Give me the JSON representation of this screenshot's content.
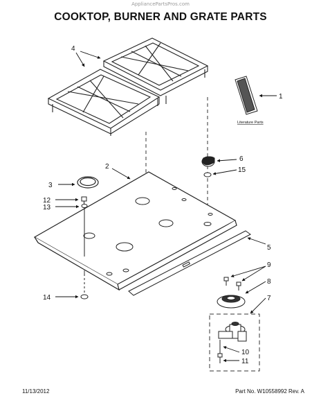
{
  "watermark": "AppliancePartsPros.com",
  "title": "COOKTOP, BURNER AND GRATE PARTS",
  "literature_label": "Literature Parts",
  "callouts": {
    "c1": "1",
    "c2": "2",
    "c3": "3",
    "c4": "4",
    "c5": "5",
    "c6": "6",
    "c7": "7",
    "c8": "8",
    "c9": "9",
    "c10": "10",
    "c11": "11",
    "c12": "12",
    "c13": "13",
    "c14": "14",
    "c15": "15"
  },
  "footer": {
    "date": "11/13/2012",
    "part_number": "Part No.  W10558992  Rev.  A"
  }
}
